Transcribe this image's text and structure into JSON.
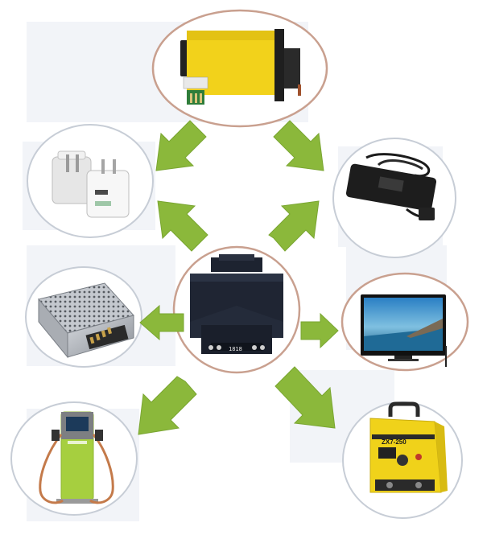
{
  "diagram": {
    "center": {
      "name": "transformer",
      "display_label": "1818"
    },
    "nodes": [
      {
        "id": "top",
        "name": "yellow-transformer"
      },
      {
        "id": "upper-left",
        "name": "usb-wall-chargers"
      },
      {
        "id": "upper-right",
        "name": "laptop-power-adapter"
      },
      {
        "id": "middle-left",
        "name": "switching-power-supply"
      },
      {
        "id": "middle-right",
        "name": "flat-screen-tv"
      },
      {
        "id": "lower-left",
        "name": "ev-charging-station"
      },
      {
        "id": "lower-right",
        "name": "welding-machine"
      }
    ],
    "welder_label": "ZX7-250",
    "colors": {
      "arrow": "#8bb83b",
      "ring": "#c9a08f",
      "panel": "#f2f4f8",
      "yellow": "#f2d21b",
      "ev_green": "#a6cf3f",
      "welder_yellow": "#f0d21a"
    }
  }
}
